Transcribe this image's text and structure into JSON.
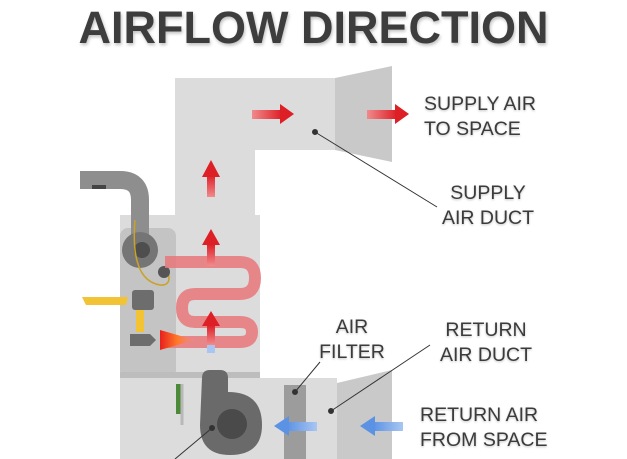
{
  "title": "AIRFLOW DIRECTION",
  "labels": {
    "supply_air_to_space": [
      "SUPPLY AIR",
      "TO SPACE"
    ],
    "supply_air_duct": [
      "SUPPLY",
      "AIR DUCT"
    ],
    "air_filter": [
      "AIR",
      "FILTER"
    ],
    "return_air_duct": [
      "RETURN",
      "AIR DUCT"
    ],
    "return_air_from_space": [
      "RETURN AIR",
      "FROM SPACE"
    ]
  },
  "colors": {
    "title": "#3d3d3d",
    "duct": "#dcdcdc",
    "duct_end": "#c9c9c9",
    "furnace_panel": "#c4c4c4",
    "blower": "#6a6a6a",
    "heat_exchanger": "#e8777a",
    "supply_arrow": "#dd2a2e",
    "return_arrow": "#7fa9e8",
    "gas_line": "#f2c335",
    "flame": "#ff6a2a"
  },
  "arrows": {
    "supply": "up-right (hot, red)",
    "return": "left (cool, blue)"
  }
}
